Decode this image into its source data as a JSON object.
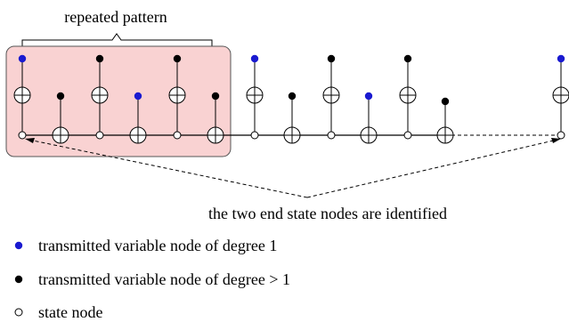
{
  "labels": {
    "repeated_pattern": "repeated pattern",
    "identified_note": "the two end state nodes are identified"
  },
  "legend": [
    {
      "marker": "blue-dot",
      "text": "transmitted variable node of degree 1"
    },
    {
      "marker": "black-dot",
      "text": "transmitted variable node of degree > 1"
    },
    {
      "marker": "hollow-circle",
      "text": "state node"
    }
  ],
  "colors": {
    "highlight_fill": "#f9d2d2",
    "highlight_stroke": "#555555",
    "degree1_node": "#1a1ad0",
    "degree_gt1_node": "#000000",
    "state_node": "#ffffff"
  }
}
